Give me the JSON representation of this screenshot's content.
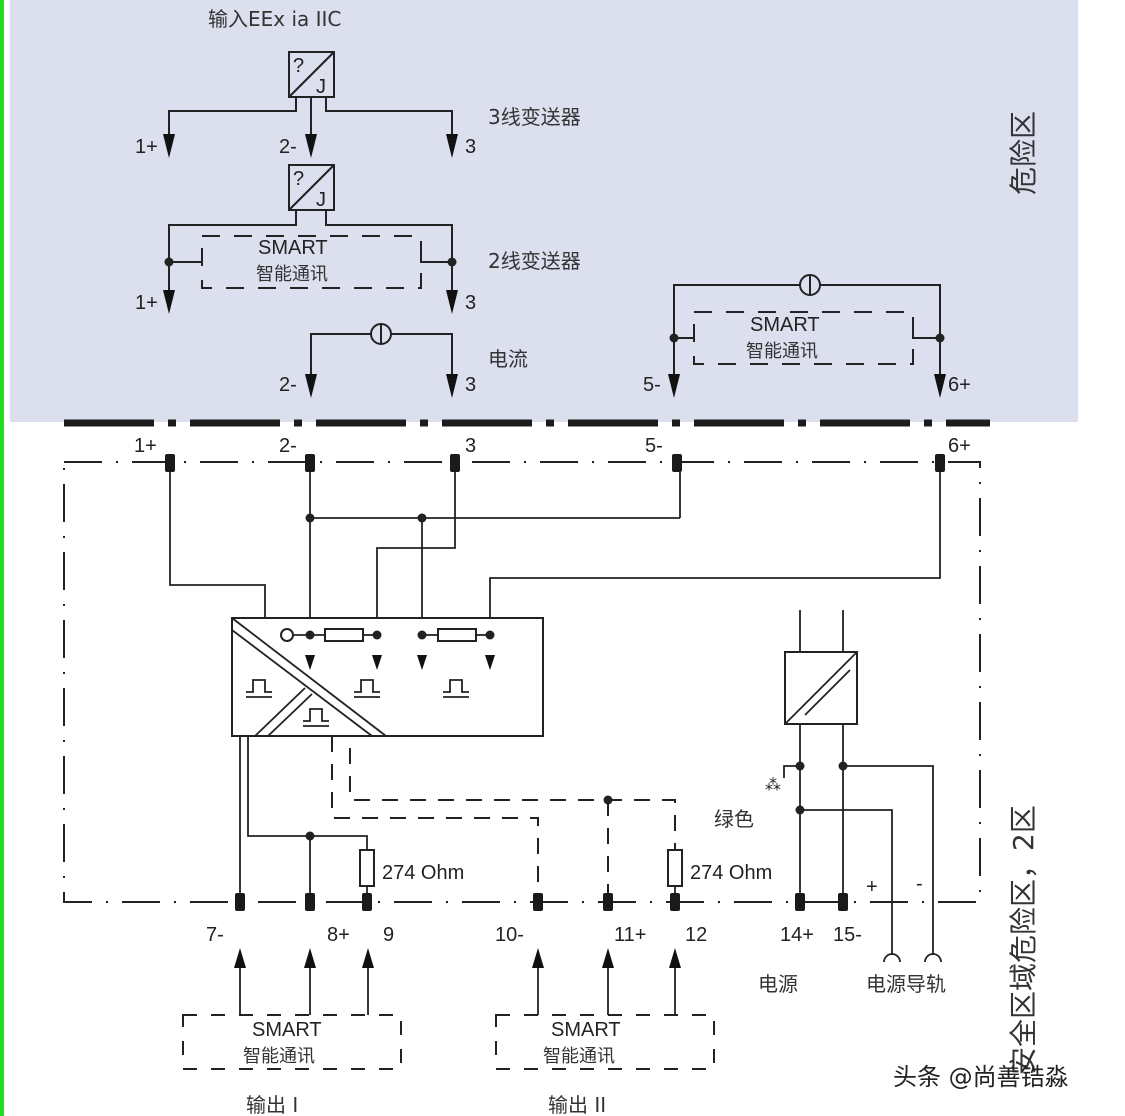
{
  "diagram": {
    "title": "输入EEx ia IIC",
    "zones": {
      "hazardous": "危险区",
      "safe": "安全区域危险区，2区"
    },
    "transmitters": {
      "three_wire": "3线变送器",
      "two_wire": "2线变送器",
      "current": "电流"
    },
    "converter_symbol": {
      "top": "?",
      "bottom": "J"
    },
    "smart_label": "SMART",
    "smart_sub": "智能通讯",
    "input_terminals": [
      "1+",
      "2-",
      "3",
      "5-",
      "6+"
    ],
    "output_terminals": [
      "7-",
      "8+",
      "9",
      "10-",
      "11+",
      "12",
      "14+",
      "15-"
    ],
    "resistor_label": "274 Ohm",
    "power_polarity": {
      "plus": "+",
      "minus": "-"
    },
    "led_label": "绿色",
    "power_label": "电源",
    "power_rail_label": "电源导轨",
    "outputs": [
      "输出 I",
      "输出 II"
    ],
    "watermark": "头条 @尚善锆淼"
  },
  "colors": {
    "hazard_background": "#dcdfee",
    "edge_accent": "#22dd22",
    "line": "#222222"
  }
}
